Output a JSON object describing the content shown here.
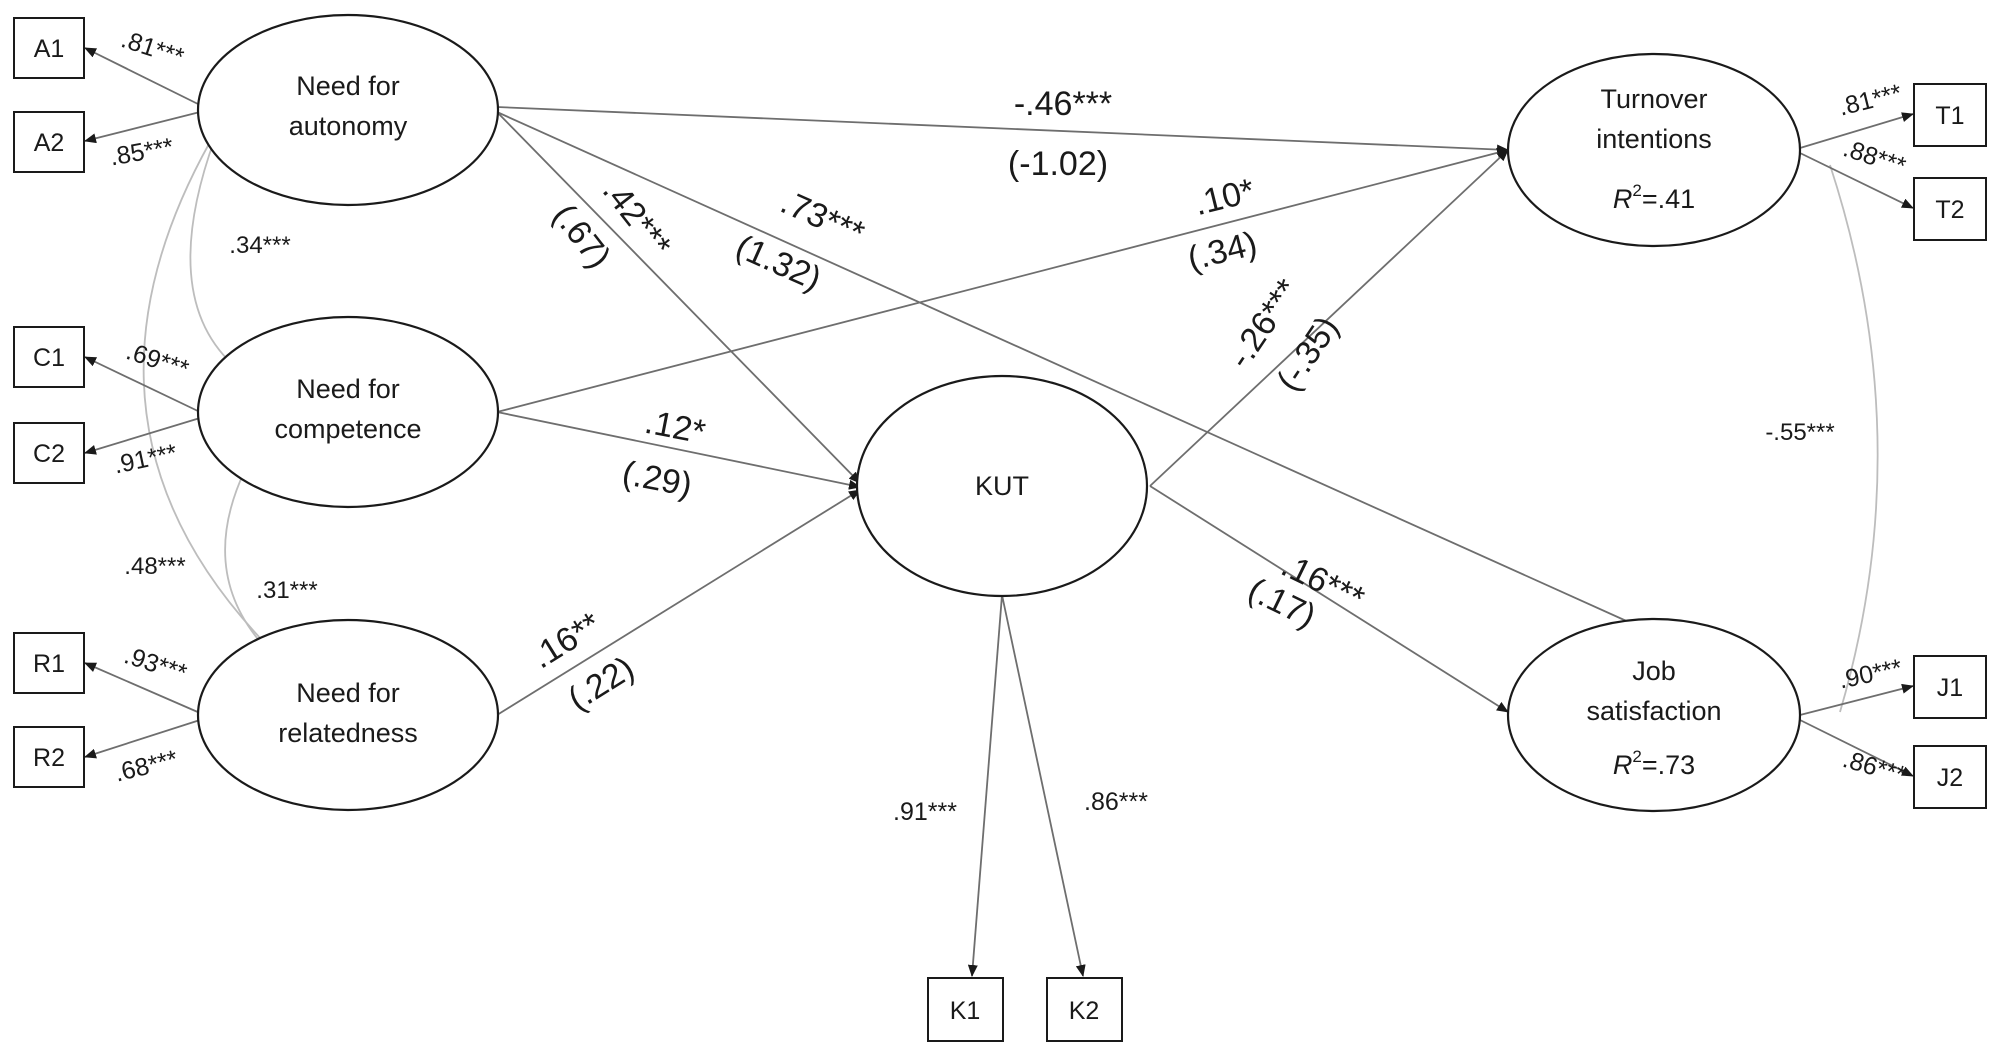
{
  "latent": {
    "autonomy": {
      "line1": "Need for",
      "line2": "autonomy"
    },
    "competence": {
      "line1": "Need for",
      "line2": "competence"
    },
    "relatedness": {
      "line1": "Need for",
      "line2": "relatedness"
    },
    "kut": {
      "label": "KUT"
    },
    "turnover": {
      "line1": "Turnover",
      "line2": "intentions",
      "r2_symbol": "R",
      "r2_sup": "2",
      "r2_value": "=.41"
    },
    "job": {
      "line1": "Job",
      "line2": "satisfaction",
      "r2_symbol": "R",
      "r2_sup": "2",
      "r2_value": "=.73"
    }
  },
  "indicators": {
    "a1": "A1",
    "a2": "A2",
    "c1": "C1",
    "c2": "C2",
    "r1": "R1",
    "r2": "R2",
    "t1": "T1",
    "t2": "T2",
    "j1": "J1",
    "j2": "J2",
    "k1": "K1",
    "k2": "K2"
  },
  "loadings": {
    "a1": ".81***",
    "a2": ".85***",
    "c1": ".69***",
    "c2": ".91***",
    "r1": ".93***",
    "r2": ".68***",
    "t1": ".81***",
    "t2": ".88***",
    "j1": ".90***",
    "j2": ".86***",
    "k1": ".91***",
    "k2": ".86***"
  },
  "correlations": {
    "aut_comp": ".34***",
    "aut_rel": ".48***",
    "comp_rel": ".31***",
    "turn_job": "-.55***"
  },
  "paths": {
    "aut_turn": {
      "std": "-.46***",
      "unstd": "(-1.02)"
    },
    "aut_kut": {
      "std": ".42***",
      "unstd": "(.67)"
    },
    "aut_job": {
      "std": ".73***",
      "unstd": "(1.32)"
    },
    "comp_turn": {
      "std": ".10*",
      "unstd": "(.34)"
    },
    "comp_kut": {
      "std": ".12*",
      "unstd": "(.29)"
    },
    "rel_kut": {
      "std": ".16**",
      "unstd": "(.22)"
    },
    "kut_turn": {
      "std": "-.26***",
      "unstd": "(-.35)"
    },
    "kut_job": {
      "std": ".16***",
      "unstd": "(.17)"
    }
  }
}
